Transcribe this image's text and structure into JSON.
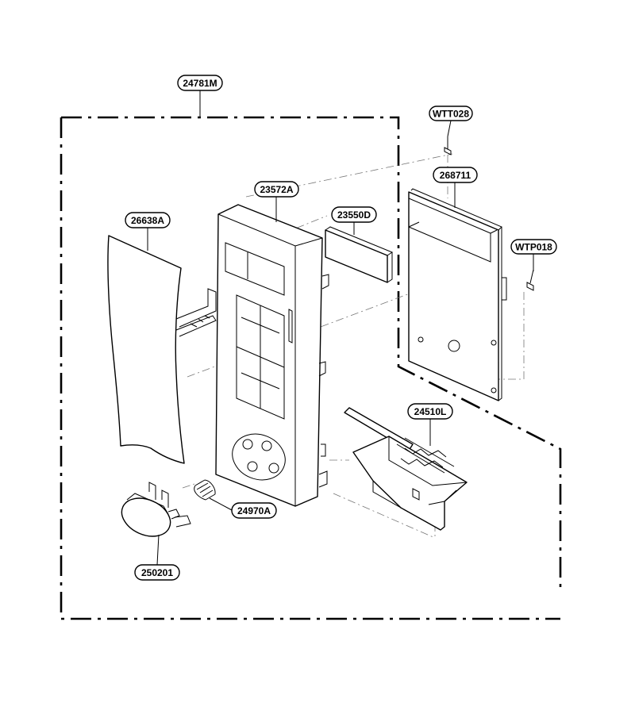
{
  "diagram": {
    "labels": {
      "frame_group": "24781M",
      "screw_top": "WTT028",
      "pcb": "268711",
      "panel_frame": "23572A",
      "window": "23550D",
      "membrane": "26638A",
      "screw_side": "WTP018",
      "latch_holder": "24510L",
      "spring": "24970A",
      "button": "250201"
    }
  }
}
